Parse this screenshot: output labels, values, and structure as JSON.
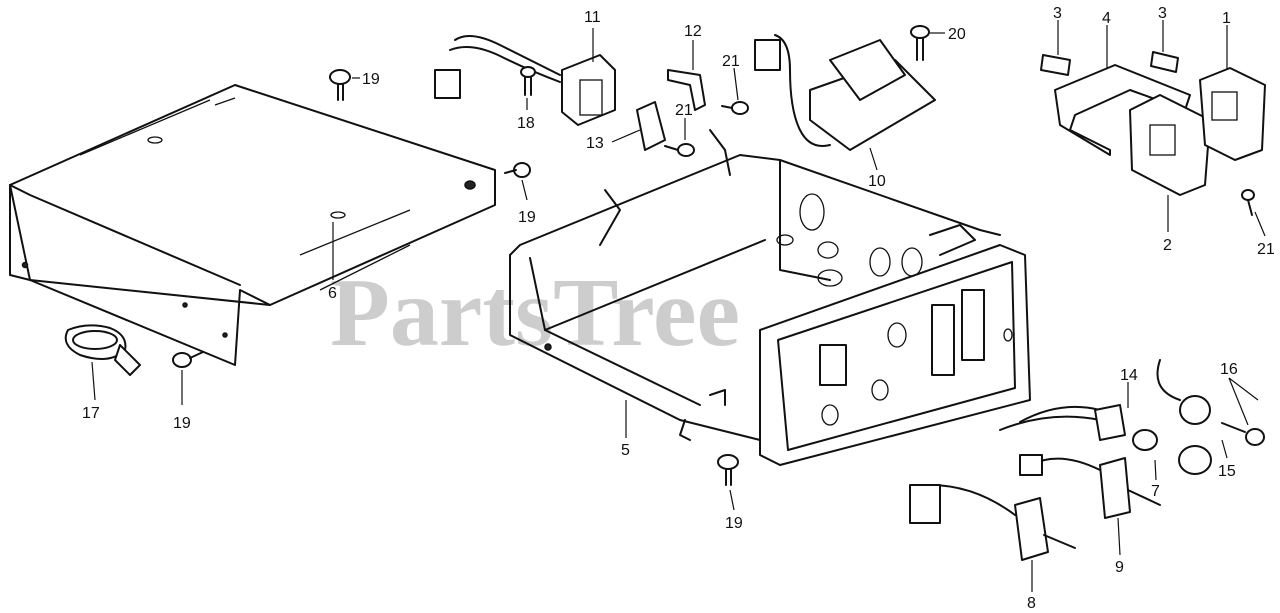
{
  "watermark": "PartsTree",
  "callouts": {
    "c1": "1",
    "c2": "2",
    "c3a": "3",
    "c3b": "3",
    "c4": "4",
    "c5": "5",
    "c6": "6",
    "c7": "7",
    "c8": "8",
    "c9": "9",
    "c10": "10",
    "c11": "11",
    "c12": "12",
    "c13": "13",
    "c14": "14",
    "c15": "15",
    "c16": "16",
    "c17": "17",
    "c18": "18",
    "c19a": "19",
    "c19b": "19",
    "c19c": "19",
    "c19d": "19",
    "c20": "20",
    "c21a": "21",
    "c21b": "21",
    "c21c": "21"
  }
}
